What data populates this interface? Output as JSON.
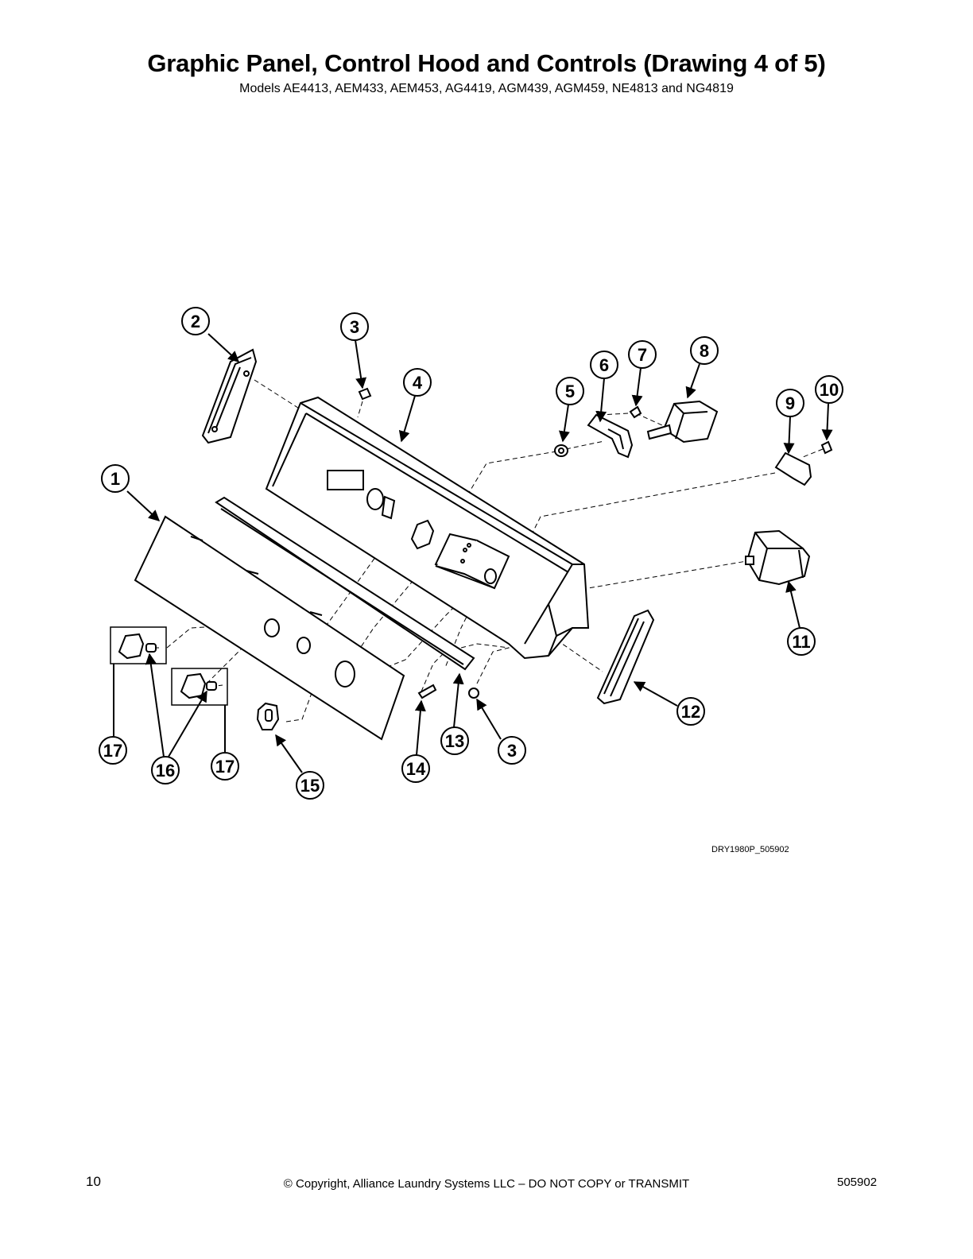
{
  "header": {
    "title": "Graphic Panel, Control Hood and Controls (Drawing 4 of 5)",
    "subtitle": "Models AE4413, AEM433, AEM453, AG4419, AGM439, AGM459, NE4813 and NG4819"
  },
  "diagram": {
    "drawing_code": "DRY1980P_505902",
    "callouts": [
      "1",
      "2",
      "3",
      "4",
      "5",
      "6",
      "7",
      "8",
      "9",
      "10",
      "11",
      "12",
      "13",
      "3",
      "14",
      "15",
      "16",
      "17",
      "17"
    ]
  },
  "footer": {
    "page_number": "10",
    "copyright": "© Copyright, Alliance Laundry Systems LLC – DO NOT COPY or TRANSMIT",
    "document_number": "505902"
  }
}
